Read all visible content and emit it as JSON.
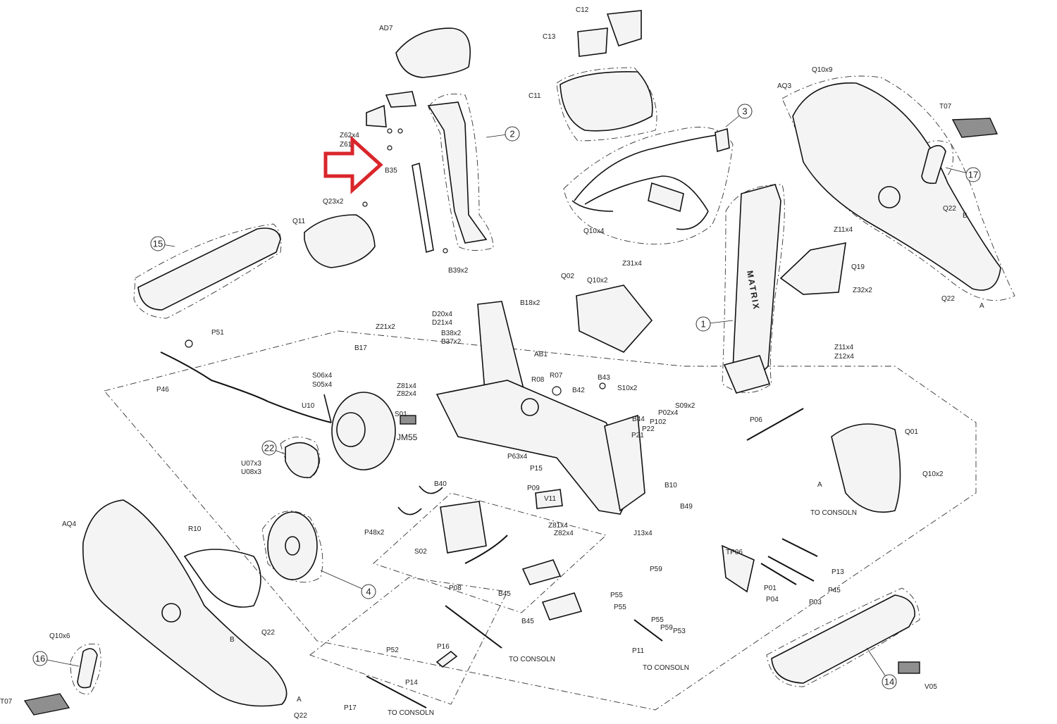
{
  "brand_text": "MATRIX",
  "logo_badge_text": "JM55",
  "callouts": [
    {
      "id": "c1",
      "num": "1"
    },
    {
      "id": "c2",
      "num": "2"
    },
    {
      "id": "c3",
      "num": "3"
    },
    {
      "id": "c4",
      "num": "4"
    },
    {
      "id": "c14",
      "num": "14"
    },
    {
      "id": "c15",
      "num": "15"
    },
    {
      "id": "c16",
      "num": "16"
    },
    {
      "id": "c17",
      "num": "17"
    },
    {
      "id": "c22",
      "num": "22"
    }
  ],
  "labels": [
    "C12",
    "C13",
    "C11",
    "AD7",
    "Q10x9",
    "AQ3",
    "T07",
    "Z62x4",
    "Z61",
    "B35",
    "Q23x2",
    "Q11",
    "Q10x4",
    "Z31x4",
    "Q22",
    "B",
    "Q19",
    "Z32x2",
    "Q22",
    "A",
    "Z11x4",
    "P51",
    "B39x2",
    "Q02",
    "Q10x2",
    "D20x4",
    "D21x4",
    "B18x2",
    "B38x2",
    "B37x2",
    "Z21x2",
    "B17",
    "AB1",
    "Z11x4",
    "Z12x4",
    "S06x4",
    "S05x4",
    "Z81x4",
    "Z82x4",
    "R08",
    "R07",
    "B42",
    "B43",
    "S10x2",
    "P46",
    "U10",
    "S01",
    "B44",
    "P02x4",
    "S09x2",
    "P21",
    "P22",
    "P102",
    "P06",
    "Q01",
    "Q10x2",
    "A",
    "U07x3",
    "U08x3",
    "P63x4",
    "P15",
    "B40",
    "P09",
    "V11",
    "Z81x4",
    "Z82x4",
    "B10",
    "B49",
    "J13x4",
    "TO CONSOLN",
    "AQ4",
    "R10",
    "P48x2",
    "S02",
    "TP06",
    "P13",
    "P45",
    "P01",
    "P04",
    "P03",
    "P08",
    "B45",
    "P59",
    "P55",
    "P55",
    "P55",
    "P59",
    "P53",
    "B45",
    "Q10x6",
    "Q22",
    "B",
    "P52",
    "P16",
    "TO CONSOLN",
    "P14",
    "P11",
    "TO CONSOLN",
    "V05",
    "T07",
    "P17",
    "TO CONSOLN",
    "A",
    "Q22"
  ]
}
